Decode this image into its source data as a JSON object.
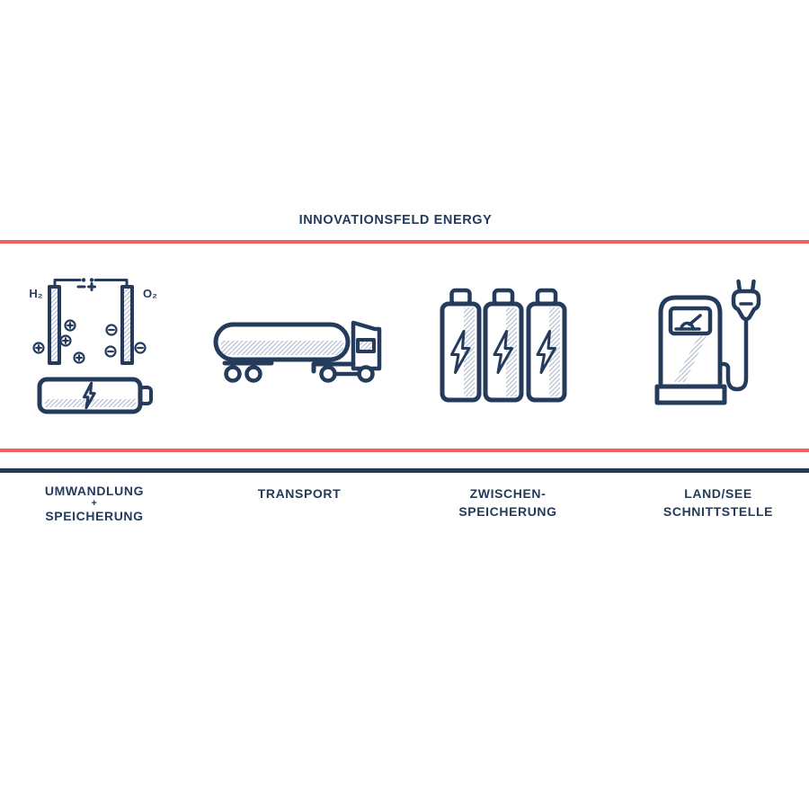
{
  "title": "INNOVATIONSFELD ENERGY",
  "colors": {
    "navy": "#243b5c",
    "red": "#f2615d",
    "hatch": "#b9c3d2"
  },
  "electrolysis": {
    "left_gas": "H₂",
    "right_gas": "O₂"
  },
  "sections": [
    {
      "id": "umwandlung-speicherung",
      "icon": "electrolysis-battery-icon",
      "label_lines": [
        "UMWANDLUNG",
        "+",
        "SPEICHERUNG"
      ]
    },
    {
      "id": "transport",
      "icon": "tanker-truck-icon",
      "label_lines": [
        "TRANSPORT"
      ]
    },
    {
      "id": "zwischenspeicherung",
      "icon": "batteries-icon",
      "label_lines": [
        "ZWISCHEN-",
        "SPEICHERUNG"
      ]
    },
    {
      "id": "land-see-schnittstelle",
      "icon": "charging-station-icon",
      "label_lines": [
        "LAND/SEE",
        "SCHNITTSTELLE"
      ]
    }
  ]
}
